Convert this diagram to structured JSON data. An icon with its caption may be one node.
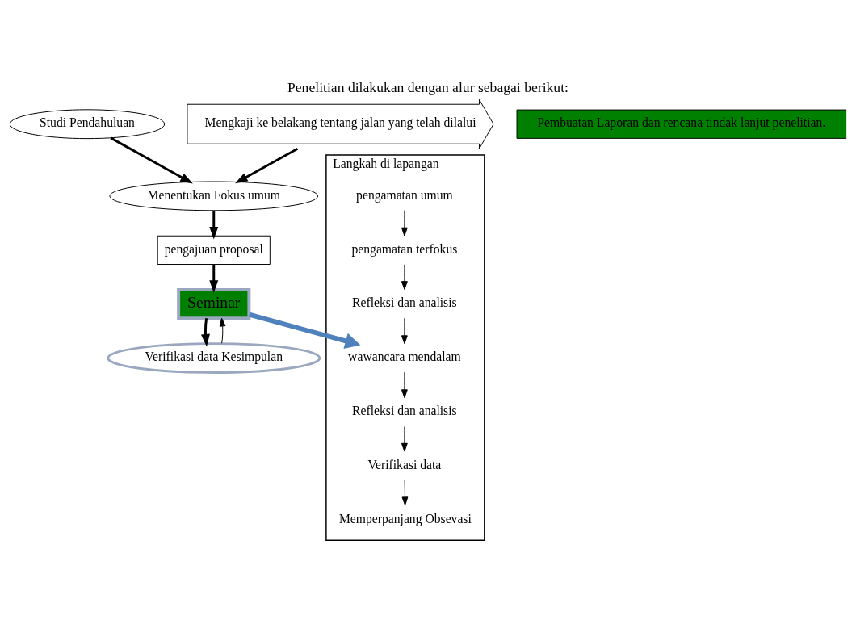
{
  "diagram": {
    "title": "Penelitian dilakukan dengan alur sebagai berikut:",
    "nodes": [
      {
        "text": [
          "Studi Pendahuluan"
        ]
      },
      {
        "text": [
          "Mengkaji ke belakang tentang jalan yang telah dilalui"
        ]
      },
      {
        "text": [
          "Menentukan Fokus umum"
        ]
      },
      {
        "text": [
          "pengajuan proposal"
        ]
      },
      {
        "text": [
          "Seminar"
        ]
      },
      {
        "text": [
          "Langkah di lapangan"
        ]
      },
      {
        "text": [
          "pengamatan umum"
        ],
        "in": 5
      },
      {
        "text": [
          "pengamatan terfokus"
        ],
        "in": 5
      },
      {
        "text": [
          "Refleksi dan analisis"
        ],
        "in": 5
      },
      {
        "text": [
          "wawancara mendalam"
        ],
        "in": 5
      },
      {
        "text": [
          "Refleksi dan analisis"
        ],
        "in": 5
      },
      {
        "text": [
          "Verifikasi data"
        ],
        "in": 5
      },
      {
        "text": [
          "Memperpanjang Obsevasi"
        ],
        "in": 5
      },
      {
        "text": [
          "Verifikasi data Kesimpulan"
        ]
      },
      {
        "text": [
          "Pembuatan Laporan dan rencana tindak lanjut penelitian."
        ]
      }
    ],
    "edges": [
      {
        "from": 0,
        "to": 2,
        "arrow": "to",
        "style": "thick"
      },
      {
        "from": 1,
        "to": 2,
        "arrow": "to",
        "style": "thick"
      },
      {
        "from": 2,
        "to": 3,
        "arrow": "to",
        "style": "thick"
      },
      {
        "from": 3,
        "to": 4,
        "arrow": "to",
        "style": "thick"
      },
      {
        "from": 4,
        "to": 9,
        "arrow": "to",
        "style": "thick",
        "color": "#4f81bd"
      },
      {
        "from": 6,
        "to": 7,
        "arrow": "to"
      },
      {
        "from": 7,
        "to": 8,
        "arrow": "to"
      },
      {
        "from": 8,
        "to": 9,
        "arrow": "to"
      },
      {
        "from": 9,
        "to": 10,
        "arrow": "to"
      },
      {
        "from": 10,
        "to": 11,
        "arrow": "to"
      },
      {
        "from": 11,
        "to": 12,
        "arrow": "to"
      },
      {
        "from": 4,
        "to": 13,
        "arrow": "to",
        "style": "thick"
      },
      {
        "from": 13,
        "to": 4,
        "arrow": "to"
      }
    ]
  }
}
